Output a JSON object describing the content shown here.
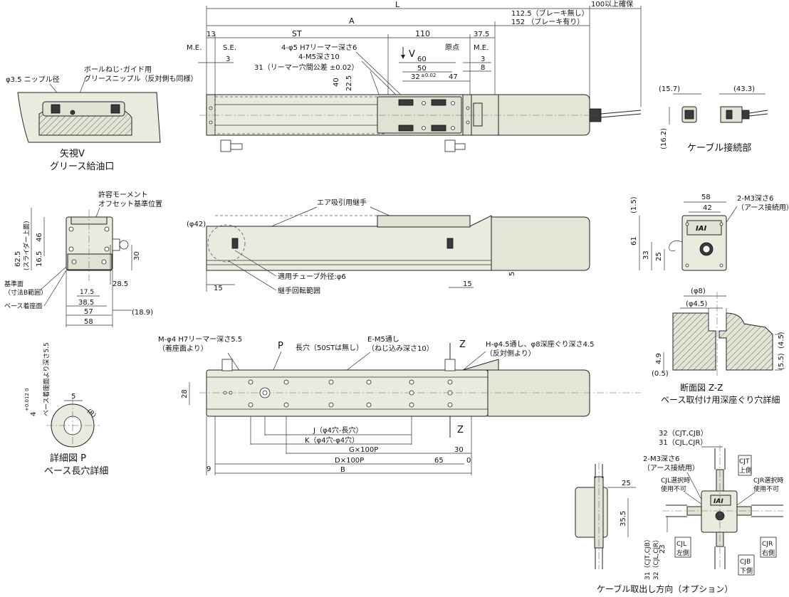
{
  "top_view": {
    "L": "L",
    "A": "A",
    "brake_none": "112.5（ブレーキ無し）",
    "brake_with": "152 （ブレーキ有り）",
    "cable_clearance": "100以上確保",
    "dim_13": "13",
    "dim_ST": "ST",
    "dim_110": "110",
    "dim_37_5": "37.5",
    "ME_left": "M.E.",
    "SE": "S.E.",
    "dim_3_left": "3",
    "ME_right": "M.E.",
    "origin": "原点",
    "dim_3_right": "3",
    "dim_8": "8",
    "reamer_holes": "4-φ5 H7リーマー深さ6",
    "m5_holes": "4-M5深さ10",
    "reamer_pitch": "31（リーマー穴間公差 ±0.02）",
    "view_v": "V",
    "dim_60": "60",
    "dim_50": "50",
    "dim_32": "32",
    "dim_32_tol": "±0.02",
    "dim_47": "47",
    "dim_40": "40",
    "dim_22_5": "22.5"
  },
  "detail_v": {
    "nipple_dia": "φ3.5 ニップル径",
    "nipple_label_1": "ボールねじ･ガイド用",
    "nipple_label_2": "グリースニップル（反対側も同様）",
    "title_1": "矢視V",
    "title_2": "グリース給油口"
  },
  "cable_joint": {
    "dim_15_7": "(15.7)",
    "dim_43_3": "(43.3)",
    "dim_16_2": "(16.2)",
    "title": "ケーブル接続部"
  },
  "end_view": {
    "moment_1": "許容モーメント",
    "moment_2": "オフセット基準位置",
    "slider_top": "(スライダー上面)",
    "dim_46": "46",
    "dim_16_5": "16.5",
    "dim_62_5": "62.5",
    "dim_30": "30",
    "dim_28_5": "28.5",
    "dim_17_5": "17.5",
    "dim_38_5": "38.5",
    "dim_57": "57",
    "dim_58": "58",
    "dim_18_9": "(18.9)",
    "ref_face_1": "基準面",
    "ref_face_2": "（寸法B範囲）",
    "base_face": "ベース着座面"
  },
  "side_view": {
    "air_joint": "エア吸引用継手",
    "dia_42": "(φ42)",
    "tube_dia": "適用チューブ外径:φ6",
    "joint_range": "継手回転範囲",
    "dim_15_left": "15",
    "dim_15_right": "15",
    "dim_5": "5"
  },
  "right_end": {
    "dim_58": "58",
    "dim_42": "42",
    "dim_1_5": "(1.5)",
    "dim_61": "61",
    "dim_33": "33",
    "dim_25": "25",
    "m3_label_1": "2-M3深さ6",
    "m3_label_2": "（アース接続用）",
    "logo": "IAI"
  },
  "section_zz": {
    "dim_8": "(φ8)",
    "dim_4_5": "(φ4.5)",
    "dim_4_9": "4.9",
    "dim_0_5": "(0.5)",
    "dim_4_5_r": "(4.5)",
    "dim_5_5": "(5.5)",
    "title_1": "断面図 Z-Z",
    "title_2": "ベース取付け用深座ぐり穴詳細"
  },
  "bottom_view": {
    "m_reamer_1": "M-φ4 H7リーマー深さ5.5",
    "m_reamer_2": "（着座面より）",
    "P": "P",
    "slot_note": "長穴（50STは無し）",
    "e_m5_1": "E-M5通し",
    "e_m5_2": "（ねじ込み深さ10）",
    "h_holes_1": "H-φ4.5通し、φ8深座ぐり深さ4.5",
    "h_holes_2": "（反対側より）",
    "Z": "Z",
    "Z2": "Z",
    "dim_28": "28",
    "J": "J（φ4穴-長穴）",
    "K": "K（φ4穴-φ4穴）",
    "G": "G×100P",
    "D": "D×100P",
    "B": "B",
    "dim_9": "9",
    "dim_30": "30",
    "dim_65": "65",
    "dim_0": "0"
  },
  "detail_p": {
    "depth_label": "ベース着座面より深さ5.5",
    "dim_4": "4",
    "dim_4_tol": "+0.012 0",
    "dim_5": "5",
    "R": "(R)",
    "title_1": "詳細図 P",
    "title_2": "ベース長穴詳細"
  },
  "cable_option": {
    "dim_32": "32（CJT,CJB）",
    "dim_31": "31（CJL,CJR）",
    "m3_1": "2-M3深さ6",
    "m3_2": "（アース接続用）",
    "cjt_1": "CJT",
    "cjt_2": "上側",
    "cjl_sel_1": "CJL選択時",
    "cjl_sel_2": "使用不可",
    "cjr_sel_1": "CJR選択時",
    "cjr_sel_2": "使用不可",
    "cjl_1": "CJL",
    "cjl_2": "左側",
    "cjr_1": "CJR",
    "cjr_2": "右側",
    "cjb_1": "CJB",
    "cjb_2": "下側",
    "dim_25": "25",
    "dim_35_5": "35.5",
    "dim_23": "23",
    "dim_31_v": "31（CJT,CJB）",
    "dim_32_v": "32（CJL,CJR）",
    "logo": "IAI",
    "title": "ケーブル取出し方向（オプション）"
  }
}
